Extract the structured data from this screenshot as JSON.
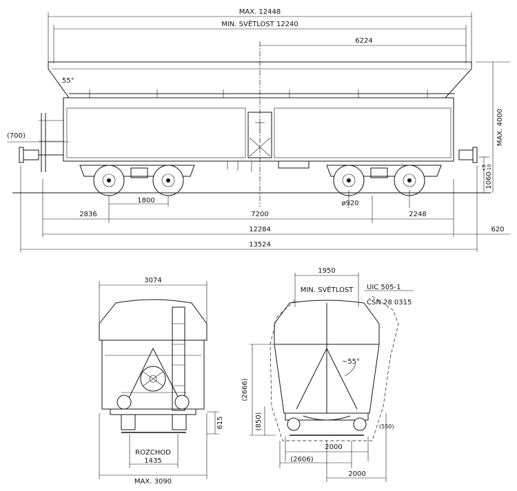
{
  "side_view": {
    "dim_overall_max": "MAX. 12448",
    "dim_min_clear": "MIN. SVĚTLOST 12240",
    "dim_half": "6224",
    "angle_top": "55°",
    "dim_buffer_offset": "(700)",
    "dim_height_max": "MAX. 4000",
    "dim_buffer_height": "1060",
    "dim_buffer_tol_plus": "+5",
    "dim_buffer_tol_minus": "-10",
    "dim_end_left": "2836",
    "dim_wheelbase": "1800",
    "dim_bogie_centers": "7200",
    "dim_wheel_dia": "ø920",
    "dim_end_right": "2248",
    "dim_frame_length": "12284",
    "dim_buffer_len": "620",
    "dim_total_length": "13524"
  },
  "end_view_left": {
    "dim_top_width": "3074",
    "dim_616": "615",
    "rozchod_label": "ROZCHOD",
    "rozchod_value": "1435",
    "dim_max_width": "MAX. 3090"
  },
  "end_view_right": {
    "dim_opening": "1950",
    "label_min_clear": "MIN. SVĚTLOST",
    "label_uic": "UIC 505-1",
    "label_csn": "ČSN 28 0315",
    "dim_height": "(2666)",
    "angle_side": "~55°",
    "dim_850": "(850)",
    "dim_550": "(550)",
    "dim_2000_upper": "2000",
    "dim_2606": "(2606)",
    "dim_2000_lower": "2000"
  }
}
